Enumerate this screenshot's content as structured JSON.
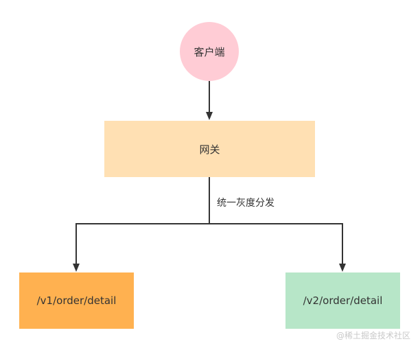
{
  "nodes": {
    "client": {
      "label": "客户端",
      "color": "#ffccd5"
    },
    "gateway": {
      "label": "网关",
      "color": "#ffe0b3"
    },
    "v1": {
      "label": "/v1/order/detail",
      "color": "#ffb150"
    },
    "v2": {
      "label": "/v2/order/detail",
      "color": "#b7e6c8"
    }
  },
  "edges": {
    "branch_label": "统一灰度分发",
    "stroke_color": "#333333"
  },
  "watermark": "@稀土掘金技术社区"
}
